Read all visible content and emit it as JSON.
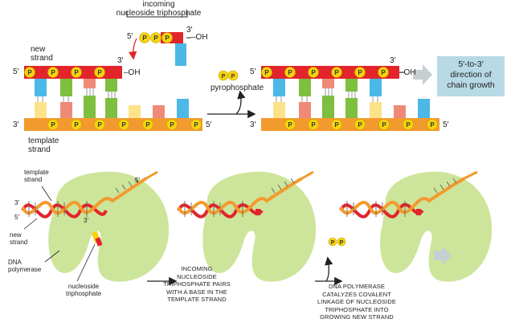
{
  "top": {
    "incoming_label": "incoming\nnucleoside triphosphate",
    "new_strand_label": "new\nstrand",
    "template_strand_label": "template\nstrand",
    "pyrophosphate_label": "pyrophosphate",
    "direction_label": "5′-to-3′\ndirection of\nchain growth",
    "p": "P",
    "oh": "–OH",
    "five": "5′",
    "three": "3′"
  },
  "bottom": {
    "template_strand": "template\nstrand",
    "new_strand": "new\nstrand",
    "dna_polymerase": "DNA\npolymerase",
    "nucleoside_triphosphate": "nucleoside\ntriphosphate",
    "caption_1": "INCOMING\nNUCLEOSIDE\nTRIPHOSPHATE PAIRS\nWITH A BASE IN THE\nTEMPLATE STRAND",
    "caption_2": "DNA POLYMERASE\nCATALYZES COVALENT\nLINKAGE OF NUCLEOSIDE\nTRIPHOSPHATE INTO\nGROWING NEW STRAND",
    "five": "5′",
    "three": "3′",
    "p": "P"
  },
  "colors": {
    "red_strand": "#e2242b",
    "orange_strand": "#f39a2e",
    "phosphate": "#f5d30f",
    "blue": "#4bb8e6",
    "green": "#7dbf3f",
    "salmon": "#ef8a78",
    "yellow_base": "#fbe38a",
    "polymerase": "#cde59a",
    "arrow_gray": "#c8cfd2",
    "box_blue": "#b8d9e6"
  }
}
